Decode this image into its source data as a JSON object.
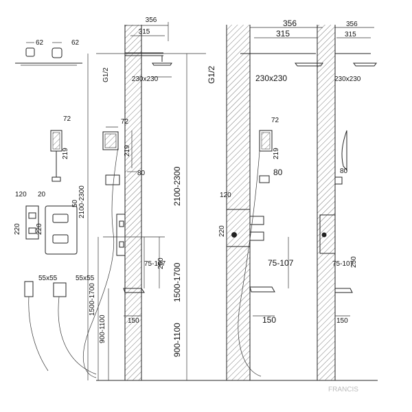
{
  "diagram": {
    "left": {
      "arm_width": "356",
      "arm_length": "315",
      "head_size": "230x230",
      "inlet": "G1/2",
      "handheld_width": "72",
      "handheld_length": "219",
      "holder_height": "80",
      "valve_body": "120",
      "valve_body_h": "220",
      "valve_small_a": "20",
      "valve_small_b": "50",
      "spout_range": "75-107",
      "spout_reach": "250",
      "spout_len": "150",
      "arm_offset_a": "62",
      "arm_offset_b": "62",
      "outlet_size": "55x55",
      "outlet_label": "55x55",
      "head_drop": "2100-2300",
      "valve_height": "1500-1700",
      "spout_height": "900-1100"
    },
    "right": {
      "arm_width": "356",
      "arm_length": "315",
      "head_size": "230x230",
      "inlet": "G1/2",
      "holder_height": "80",
      "handheld_width": "72",
      "handheld_length": "219",
      "valve_box": "120",
      "valve_box_h": "220",
      "spout_range": "75-107",
      "spout_reach": "250",
      "spout_len": "150",
      "head_drop": "2100-2300",
      "valve_height": "1500-1700",
      "spout_height": "900-1100"
    },
    "watermark": "FRANCIS"
  }
}
